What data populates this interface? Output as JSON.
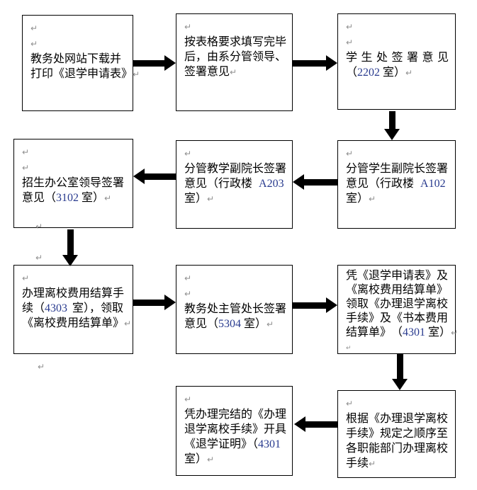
{
  "document": {
    "type": "flowchart",
    "subject": "student-withdrawal-process",
    "paragraph_mark": "↵",
    "colors": {
      "text": "#000000",
      "room_number": "#283a8e",
      "formatting_mark": "#8f8f8f",
      "arrow": "#000000",
      "box_border": "#000000",
      "background": "#ffffff"
    }
  },
  "flowchart": {
    "boxes": [
      {
        "id": "download-form",
        "step": 1,
        "lines": [
          "",
          "",
          "教务处网站下载并",
          "打印《退学申请表》"
        ]
      },
      {
        "id": "fill-form",
        "step": 2,
        "lines": [
          "",
          "按表格要求填写完毕",
          "后，由系分管领导、",
          "签署意见"
        ]
      },
      {
        "id": "student-affairs-sign",
        "step": 3,
        "lines": [
          "",
          "",
          "学生处签署意见",
          "（2202 室）"
        ]
      },
      {
        "id": "vp-student-sign",
        "step": 4,
        "lines": [
          "",
          "分管学生副院长签署",
          "意见（行政楼 A102",
          "室）"
        ]
      },
      {
        "id": "vp-teaching-sign",
        "step": 5,
        "lines": [
          "",
          "分管教学副院长签署",
          "意见（行政楼 A203",
          "室）"
        ]
      },
      {
        "id": "admissions-sign",
        "step": 6,
        "lines": [
          "",
          "",
          "招生办公室领导签署",
          "意见（3102 室）"
        ]
      },
      {
        "id": "fee-settlement",
        "step": 7,
        "lines": [
          "",
          "办理离校费用结算手",
          "续（4303 室），领取",
          "《离校费用结算单》"
        ]
      },
      {
        "id": "dean-office-sign",
        "step": 8,
        "lines": [
          "",
          "",
          "教务处主管处长签署",
          "意见（5304 室）"
        ]
      },
      {
        "id": "get-leave-papers",
        "step": 9,
        "lines": [
          "凭《退学申请表》及",
          "《离校费用结算单》",
          "领取《办理退学离校",
          "手续》及《书本费用",
          "结算单》　（4301 室）",
          ""
        ]
      },
      {
        "id": "visit-departments",
        "step": 10,
        "lines": [
          "",
          "根据《办理退学离校",
          "手续》规定之顺序至",
          "各职能部门办理离校",
          "手续"
        ]
      },
      {
        "id": "withdrawal-cert",
        "step": 11,
        "lines": [
          "",
          "凭办理完结的《办理",
          "退学离校手续》开具",
          "《退学证明》（4301",
          "室）"
        ]
      }
    ],
    "connections": [
      {
        "from": "download-form",
        "to": "fill-form",
        "direction": "right"
      },
      {
        "from": "fill-form",
        "to": "student-affairs-sign",
        "direction": "right"
      },
      {
        "from": "student-affairs-sign",
        "to": "vp-student-sign",
        "direction": "down"
      },
      {
        "from": "vp-student-sign",
        "to": "vp-teaching-sign",
        "direction": "left"
      },
      {
        "from": "vp-teaching-sign",
        "to": "admissions-sign",
        "direction": "left"
      },
      {
        "from": "admissions-sign",
        "to": "fee-settlement",
        "direction": "down"
      },
      {
        "from": "fee-settlement",
        "to": "dean-office-sign",
        "direction": "right"
      },
      {
        "from": "dean-office-sign",
        "to": "get-leave-papers",
        "direction": "right"
      },
      {
        "from": "get-leave-papers",
        "to": "visit-departments",
        "direction": "down"
      },
      {
        "from": "visit-departments",
        "to": "withdrawal-cert",
        "direction": "left"
      }
    ]
  }
}
